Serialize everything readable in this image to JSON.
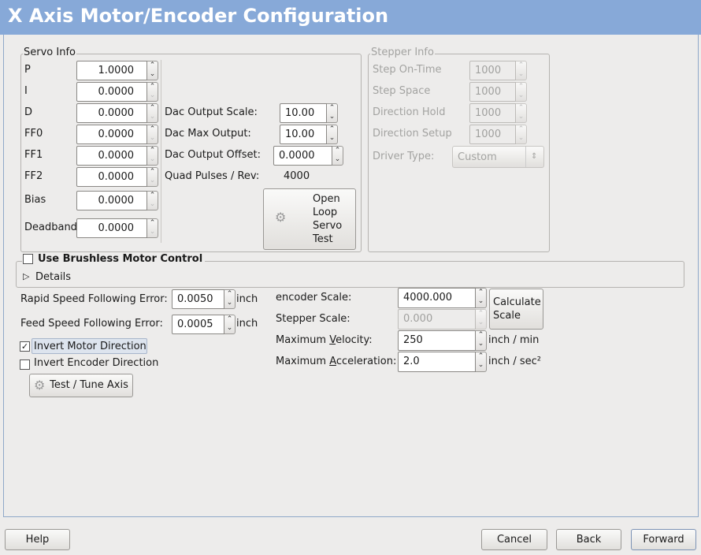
{
  "title": "X Axis Motor/Encoder Configuration",
  "servo": {
    "label": "Servo Info",
    "rows": [
      {
        "label": "P",
        "value": "1.0000"
      },
      {
        "label": "I",
        "value": "0.0000"
      },
      {
        "label": "D",
        "value": "0.0000"
      },
      {
        "label": "FF0",
        "value": "0.0000"
      },
      {
        "label": "FF1",
        "value": "0.0000"
      },
      {
        "label": "FF2",
        "value": "0.0000"
      },
      {
        "label": "Bias",
        "value": "0.0000"
      },
      {
        "label": "Deadband",
        "value": "0.0000"
      }
    ],
    "dac_scale_label": "Dac Output Scale:",
    "dac_scale": "10.00",
    "dac_max_label": "Dac Max Output:",
    "dac_max": "10.00",
    "dac_offset_label": "Dac Output Offset:",
    "dac_offset": "0.0000",
    "quad_label": "Quad Pulses / Rev:",
    "quad": "4000",
    "open_loop_lines": [
      "Open",
      "Loop",
      "Servo",
      "Test"
    ]
  },
  "stepper": {
    "label": "Stepper Info",
    "rows": [
      {
        "label": "Step On-Time",
        "value": "1000"
      },
      {
        "label": "Step Space",
        "value": "1000"
      },
      {
        "label": "Direction Hold",
        "value": "1000"
      },
      {
        "label": "Direction Setup",
        "value": "1000"
      }
    ],
    "driver_label": "Driver Type:",
    "driver": "Custom"
  },
  "brushless": {
    "label": "Use Brushless Motor Control",
    "checked": false,
    "details": "Details"
  },
  "rapid": {
    "label": "Rapid Speed Following Error:",
    "value": "0.0050",
    "unit": "inch"
  },
  "feed": {
    "label": "Feed Speed Following Error:",
    "value": "0.0005",
    "unit": "inch"
  },
  "invert_motor": {
    "label": "Invert Motor Direction",
    "checked": true
  },
  "invert_encoder": {
    "label": "Invert Encoder Direction",
    "checked": false
  },
  "test_tune": "Test / Tune Axis",
  "encoder_scale": {
    "label": "encoder Scale:",
    "value": "4000.000"
  },
  "stepper_scale": {
    "label": "Stepper Scale:",
    "value": "0.000"
  },
  "calculate": [
    "Calculate",
    "Scale"
  ],
  "max_vel": {
    "label_pre": "Maximum ",
    "label_u": "V",
    "label_post": "elocity:",
    "value": "250",
    "unit": "inch / min"
  },
  "max_acc": {
    "label_pre": "Maximum ",
    "label_u": "A",
    "label_post": "cceleration:",
    "value": "2.0",
    "unit": "inch / sec²"
  },
  "buttons": {
    "help": "Help",
    "cancel": "Cancel",
    "back": "Back",
    "forward": "Forward"
  }
}
